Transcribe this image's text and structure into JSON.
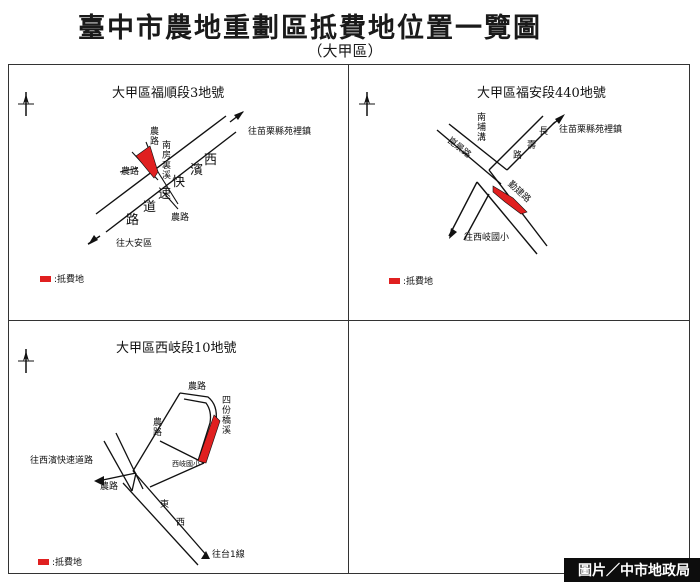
{
  "map": {
    "title": "臺中市農地重劃區抵費地位置一覽圖",
    "subtitle": "（大甲區）",
    "credit": "圖片／中市地政局",
    "accent_color": "#e02020",
    "compass_icon": "compass-north-arrow-icon",
    "panels": [
      {
        "title": "大甲區福順段3地號",
        "labels": {
          "nonglu_top": "農路",
          "nanfang_canal": "南房裏溪",
          "nonglu_left": "農路",
          "nonglu_bottom": "農路",
          "to_yuanli": "往苗栗縣苑裡鎮",
          "to_daan": "往大安區",
          "road_xi": "西",
          "road_bin": "濱",
          "road_kuai": "快",
          "road_su": "速",
          "road_dao": "道",
          "road_lu": "路"
        },
        "legend": ":抵費地"
      },
      {
        "title": "大甲區福安段440地號",
        "labels": {
          "nanpu_canal": "南埔溝",
          "changshou_chang": "長",
          "changshou_shou": "壽",
          "changshou_lu": "路",
          "kunjing": "崑景路",
          "to_yuanli": "往苗栗縣苑裡鎮",
          "to_xiqi_school": "往西岐國小",
          "xinghua_road": "勤建路"
        },
        "legend": ":抵費地"
      },
      {
        "title": "大甲區西岐段10地號",
        "labels": {
          "nonglu_top": "農路",
          "sifen_canal": "四份橋溪",
          "nonglu_mid": "農路",
          "to_xibin": "往西濱快速道路",
          "nonglu_bottom": "農路",
          "to_tai1": "往台1線",
          "xiqi_school": "西岐國小",
          "road_mark_1": "東",
          "road_mark_2": "西"
        },
        "legend": ":抵費地"
      }
    ]
  }
}
